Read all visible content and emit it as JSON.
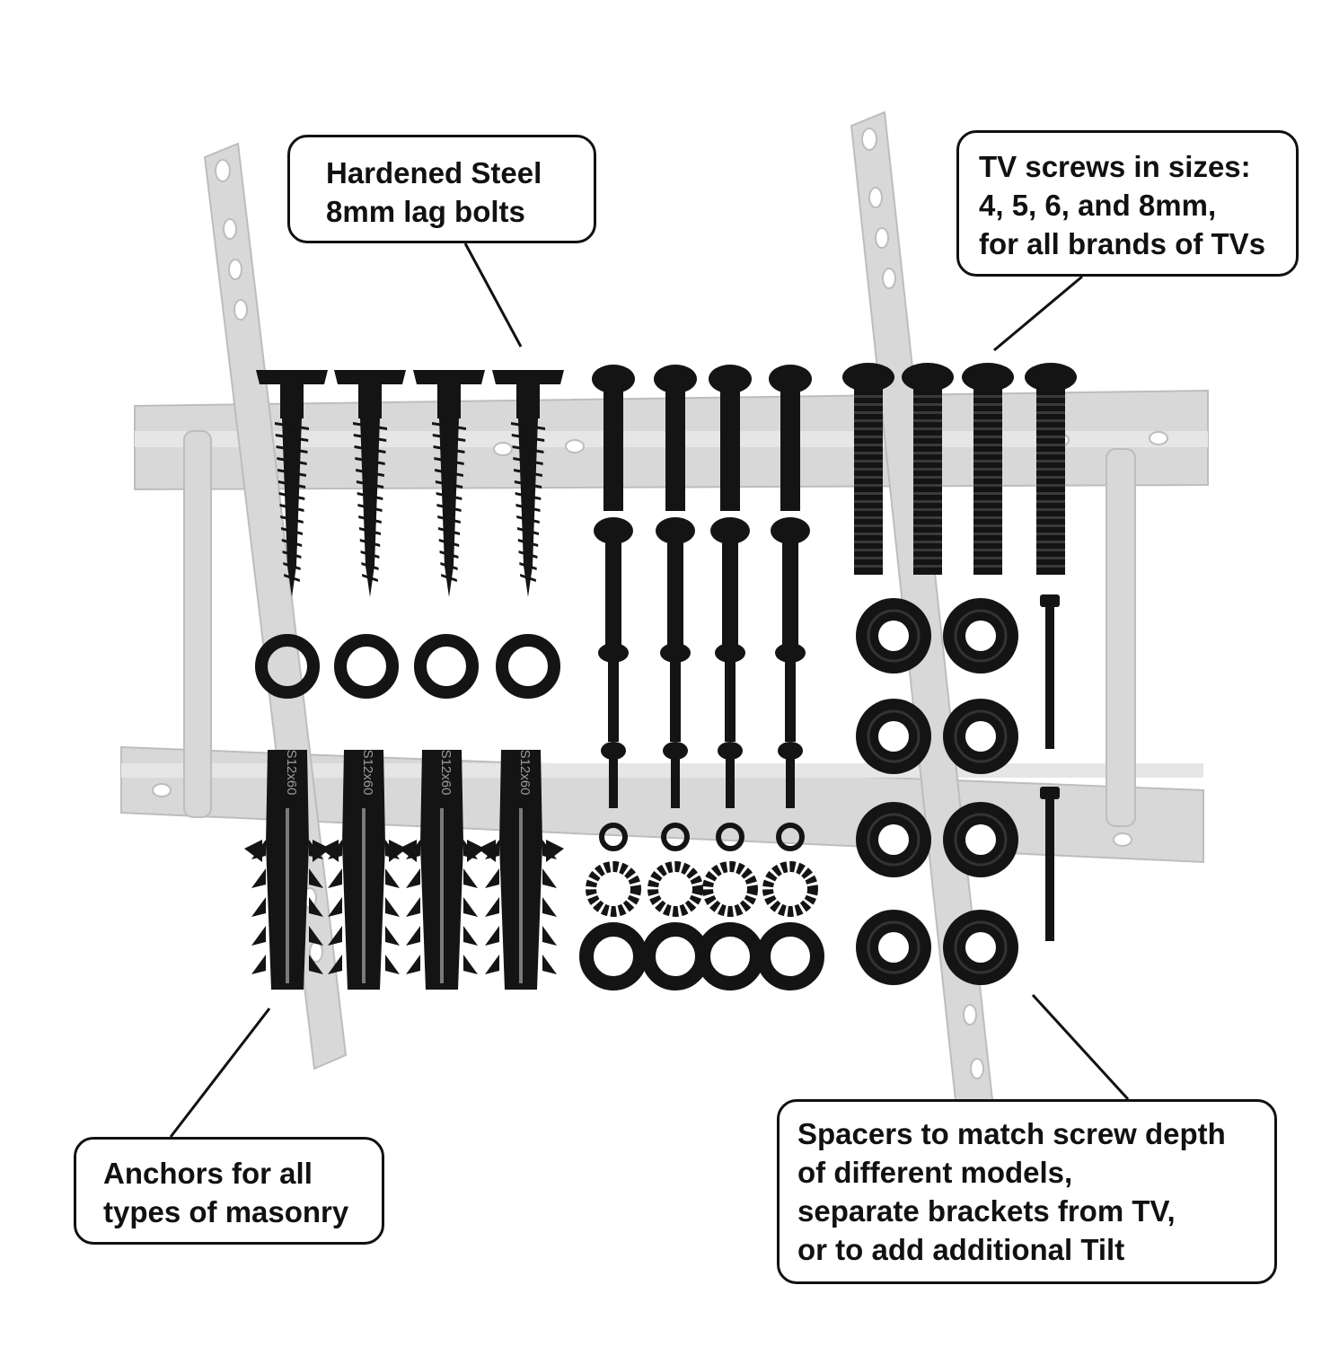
{
  "callouts": {
    "lag_bolts": {
      "lines": [
        "Hardened Steel",
        "8mm lag bolts"
      ]
    },
    "tv_screws": {
      "lines": [
        "TV screws in sizes:",
        "4, 5, 6, and 8mm,",
        "for all brands of TVs"
      ]
    },
    "anchors": {
      "lines": [
        "Anchors for all",
        "types of masonry"
      ]
    },
    "spacers": {
      "lines": [
        "Spacers to match screw depth",
        "of different models,",
        "separate brackets from TV,",
        "or to add additional Tilt"
      ]
    }
  },
  "anchor_marking": "S12x60",
  "parts": {
    "lag_bolts": 4,
    "lag_washers": 4,
    "wall_anchors": 4,
    "tv_screw_rows": 4,
    "tv_screws_per_row": 4,
    "long_tv_screws": 4,
    "spacers": 8,
    "pins": 2
  },
  "colors": {
    "hardware": "#141414",
    "bracket": "#d8d8d8",
    "bracket_edge": "#bdbdbd",
    "background": "#ffffff",
    "callout_border": "#111111"
  },
  "icons": [
    "lag-bolt-icon",
    "washer-icon",
    "wall-anchor-icon",
    "tv-screw-icon",
    "lock-washer-icon",
    "spacer-icon",
    "pin-icon",
    "mount-bracket-icon"
  ]
}
